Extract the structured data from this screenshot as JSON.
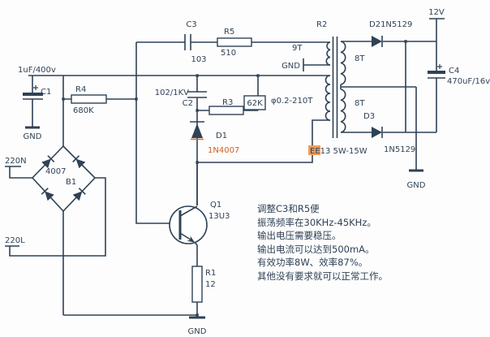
{
  "colors": {
    "ink": "#2f4256",
    "orange_text": "#cf5f1e",
    "ee_highlight": "#f09c5a",
    "background": "#ffffff"
  },
  "components": {
    "c1": {
      "name": "C1",
      "value": "1uF/400v"
    },
    "c2": {
      "name": "C2",
      "value": "102/1KV"
    },
    "c3": {
      "name": "C3",
      "value": "103"
    },
    "c4": {
      "name": "C4",
      "value": "470uF/16v"
    },
    "r1": {
      "name": "R1",
      "value": "12"
    },
    "r2": {
      "name": "R2"
    },
    "r3": {
      "name": "R3",
      "value": "62K"
    },
    "r4": {
      "name": "R4",
      "value": "680K"
    },
    "r5": {
      "name": "R5",
      "value": "510"
    },
    "d1": {
      "name": "D1",
      "value": "1N4007"
    },
    "d2": {
      "label": "D21N5129"
    },
    "d3": {
      "name": "D3",
      "value": "1N5129"
    },
    "q1": {
      "name": "Q1",
      "value": "13U3"
    },
    "b1": {
      "name": "B1",
      "value": "4007"
    },
    "transformer": {
      "aux_turns": "9T",
      "primary_spec": "φ0.2-210T",
      "sec_top_turns": "8T",
      "sec_bottom_turns": "8T",
      "core_prefix": "EE",
      "core_rest": "13 5W-15W"
    }
  },
  "labels": {
    "gnd": "GND",
    "v12": "12V",
    "mains_n": "220N",
    "mains_l": "220L"
  },
  "notes": {
    "lines": [
      "调整C3和R5便",
      "振荡频率在30KHz-45KHz。",
      "输出电压需要稳压。",
      "输出电流可以达到500mA。",
      "有效功率8W、效率87%。",
      "其他没有要求就可以正常工作。"
    ]
  }
}
